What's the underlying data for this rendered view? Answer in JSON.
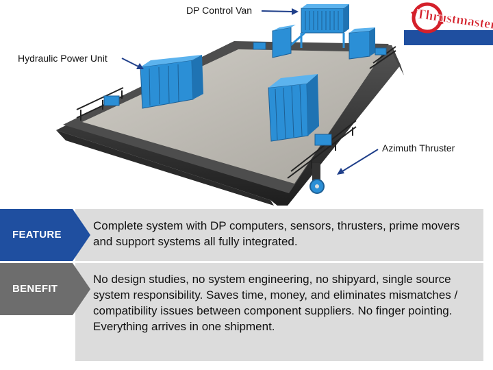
{
  "callouts": {
    "dp_control_van": "DP Control Van",
    "hydraulic_power_unit": "Hydraulic Power Unit",
    "azimuth_thruster": "Azimuth Thruster"
  },
  "logo": {
    "text": "Thrustmaster"
  },
  "feature": {
    "tag": "FEATURE",
    "text": "Complete system with DP computers, sensors, thrusters, prime movers and support systems all fully integrated."
  },
  "benefit": {
    "tag": "BENEFIT",
    "text": "No design studies, no system engineering, no shipyard, single source system responsibility. Saves time, money, and eliminates mismatches / compatibility issues between component suppliers. No finger pointing. Everything arrives in one shipment."
  },
  "colors": {
    "accent_blue": "#1f4fa0",
    "tag_gray": "#6d6d6d",
    "container_blue": "#2b8fd6",
    "logo_red": "#d4202a",
    "deck": "#b5b2ab",
    "hull": "#3b3b3b"
  }
}
